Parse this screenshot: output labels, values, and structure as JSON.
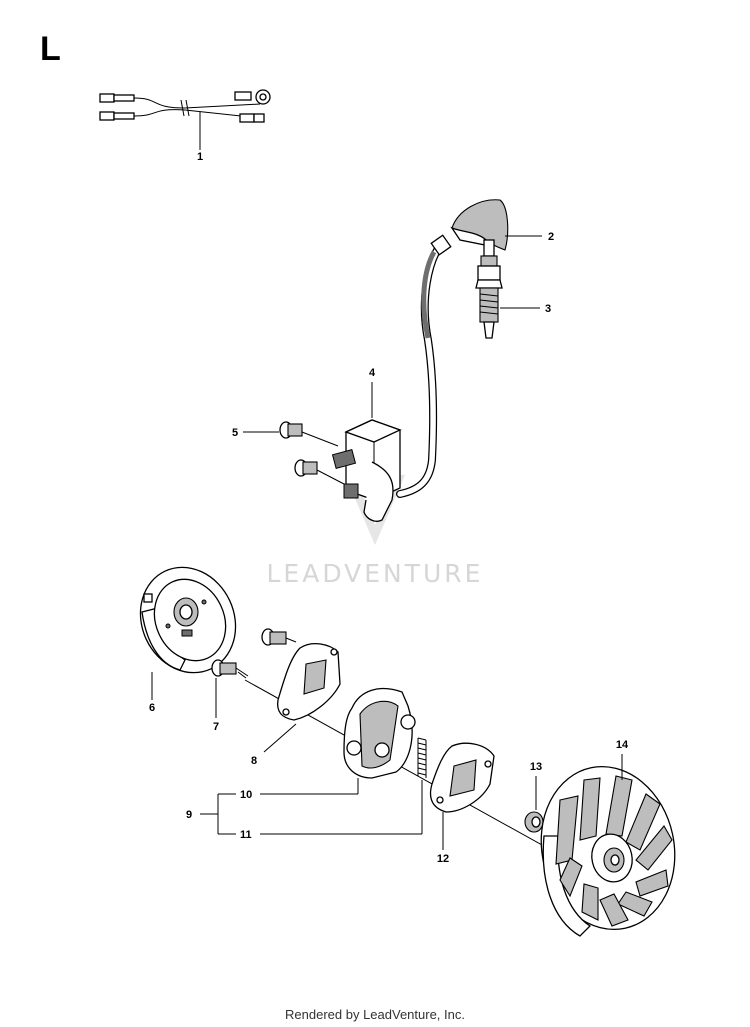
{
  "section_letter": "L",
  "watermark": "LEADVENTURE",
  "footer": "Rendered by LeadVenture, Inc.",
  "callouts": {
    "p1": "1",
    "p2": "2",
    "p3": "3",
    "p4": "4",
    "p5": "5",
    "p6": "6",
    "p7": "7",
    "p8": "8",
    "p9": "9",
    "p10": "10",
    "p11": "11",
    "p12": "12",
    "p13": "13",
    "p14": "14"
  }
}
